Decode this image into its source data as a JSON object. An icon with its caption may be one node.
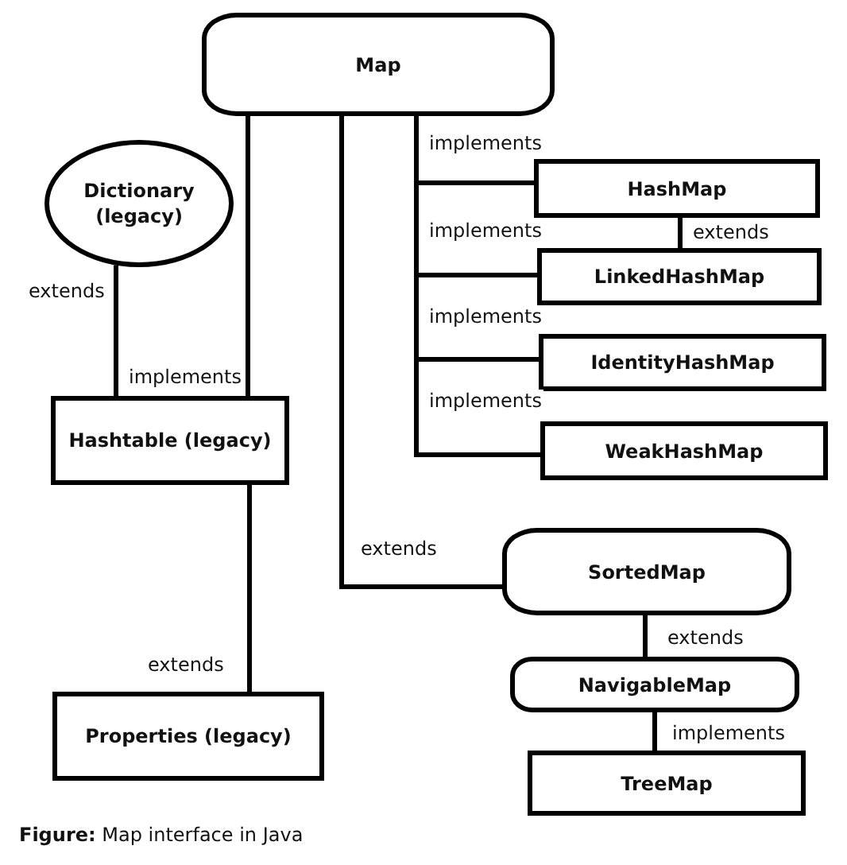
{
  "diagram": {
    "caption": "**Figure:** Map interface in Java",
    "nodes": [
      {
        "text": [
          "Map"
        ]
      },
      {
        "text": [
          "Dictionary (legacy)"
        ]
      },
      {
        "text": [
          "HashMap"
        ]
      },
      {
        "text": [
          "LinkedHashMap"
        ]
      },
      {
        "text": [
          "IdentityHashMap"
        ]
      },
      {
        "text": [
          "Hashtable (legacy)"
        ]
      },
      {
        "text": [
          "WeakHashMap"
        ]
      },
      {
        "text": [
          "SortedMap"
        ]
      },
      {
        "text": [
          "NavigableMap"
        ]
      },
      {
        "text": [
          "Properties (legacy)"
        ]
      },
      {
        "text": [
          "TreeMap"
        ]
      }
    ],
    "edges": [
      {
        "from": 0,
        "to": 5,
        "arrow": "none",
        "label": "implements"
      },
      {
        "from": 1,
        "to": 5,
        "arrow": "none",
        "label": "extends"
      },
      {
        "from": 5,
        "to": 9,
        "arrow": "none",
        "label": "extends"
      },
      {
        "from": 0,
        "to": 2,
        "arrow": "none",
        "label": "implements"
      },
      {
        "from": 0,
        "to": 3,
        "arrow": "none",
        "label": "implements"
      },
      {
        "from": 0,
        "to": 4,
        "arrow": "none",
        "label": "implements"
      },
      {
        "from": 0,
        "to": 6,
        "arrow": "none",
        "label": "implements"
      },
      {
        "from": 2,
        "to": 3,
        "arrow": "none",
        "label": "extends"
      },
      {
        "from": 0,
        "to": 7,
        "arrow": "none",
        "label": "extends"
      },
      {
        "from": 7,
        "to": 8,
        "arrow": "none",
        "label": "extends"
      },
      {
        "from": 8,
        "to": 10,
        "arrow": "none",
        "label": "implements"
      }
    ]
  }
}
